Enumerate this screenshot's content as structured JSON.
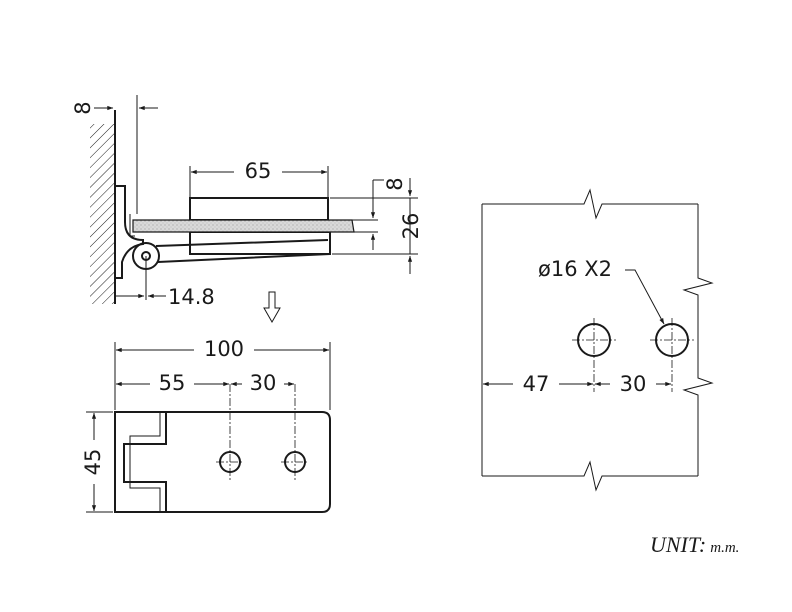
{
  "dimensions": {
    "side_view": {
      "pivot_offset": "8",
      "clamp_length": "65",
      "glass_thickness": "8",
      "clamp_height": "26",
      "wall_gap": "14.8"
    },
    "plan_view": {
      "overall_length": "100",
      "first_hole": "55",
      "hole_spacing": "30",
      "height": "45"
    },
    "glass_cutout": {
      "hole_spec": "ø16 X2",
      "edge_to_hole": "47",
      "hole_spacing": "30"
    }
  },
  "unit_note": {
    "label": "UNIT:",
    "value": "m.m."
  }
}
